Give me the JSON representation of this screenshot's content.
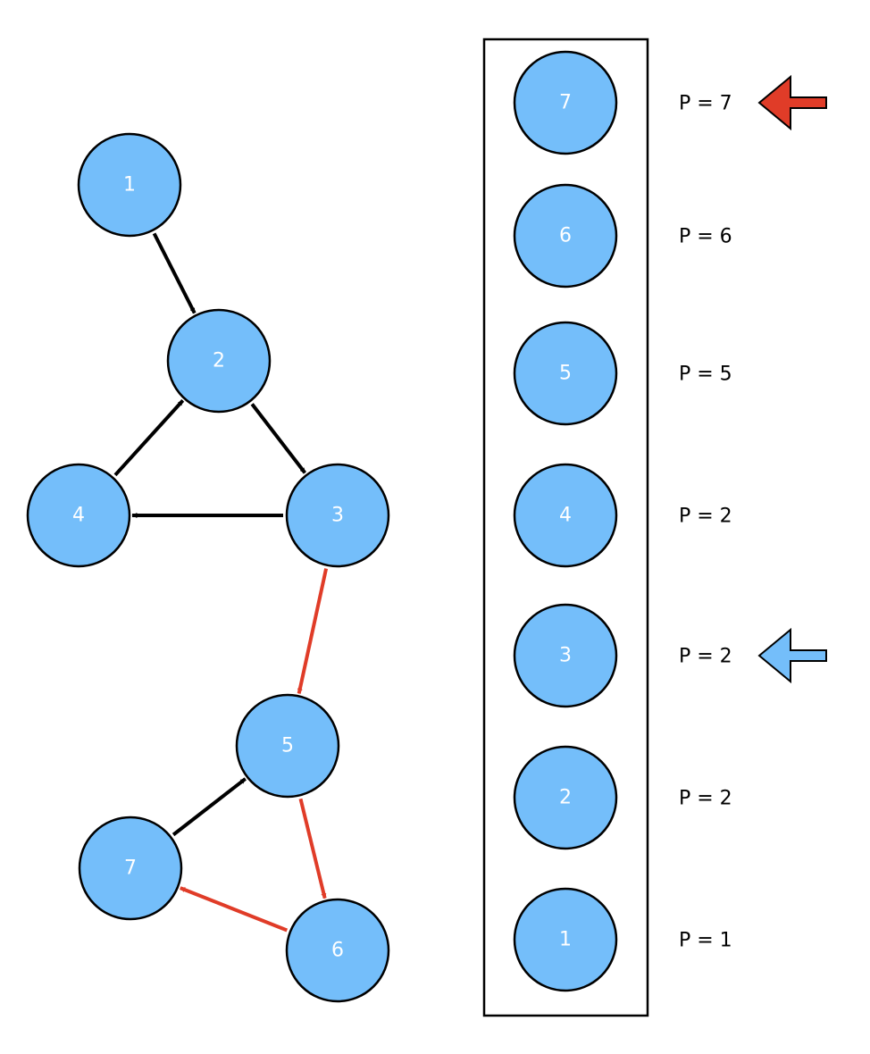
{
  "colors": {
    "node_fill": "#74befa",
    "node_stroke": "#000000",
    "edge_default": "#000000",
    "edge_highlight": "#e03c28",
    "pointer_red": "#e03c28",
    "pointer_blue": "#74befa"
  },
  "graph": {
    "nodes": [
      {
        "id": "1",
        "label": "1"
      },
      {
        "id": "2",
        "label": "2"
      },
      {
        "id": "3",
        "label": "3"
      },
      {
        "id": "4",
        "label": "4"
      },
      {
        "id": "5",
        "label": "5"
      },
      {
        "id": "6",
        "label": "6"
      },
      {
        "id": "7",
        "label": "7"
      }
    ],
    "edges": [
      {
        "from": "1",
        "to": "2",
        "highlighted": false
      },
      {
        "from": "2",
        "to": "3",
        "highlighted": false
      },
      {
        "from": "3",
        "to": "4",
        "highlighted": false
      },
      {
        "from": "4",
        "to": "2",
        "highlighted": false
      },
      {
        "from": "3",
        "to": "5",
        "highlighted": true
      },
      {
        "from": "5",
        "to": "6",
        "highlighted": true
      },
      {
        "from": "6",
        "to": "7",
        "highlighted": true
      },
      {
        "from": "7",
        "to": "5",
        "highlighted": false
      }
    ]
  },
  "stack": {
    "items_top_to_bottom": [
      {
        "label": "7",
        "p_text": "P = 7"
      },
      {
        "label": "6",
        "p_text": "P = 6"
      },
      {
        "label": "5",
        "p_text": "P = 5"
      },
      {
        "label": "4",
        "p_text": "P = 2"
      },
      {
        "label": "3",
        "p_text": "P = 2"
      },
      {
        "label": "2",
        "p_text": "P = 2"
      },
      {
        "label": "1",
        "p_text": "P = 1"
      }
    ]
  },
  "pointers": [
    {
      "color_name": "red",
      "points_to_stack_label": "7"
    },
    {
      "color_name": "blue",
      "points_to_stack_label": "3"
    }
  ]
}
